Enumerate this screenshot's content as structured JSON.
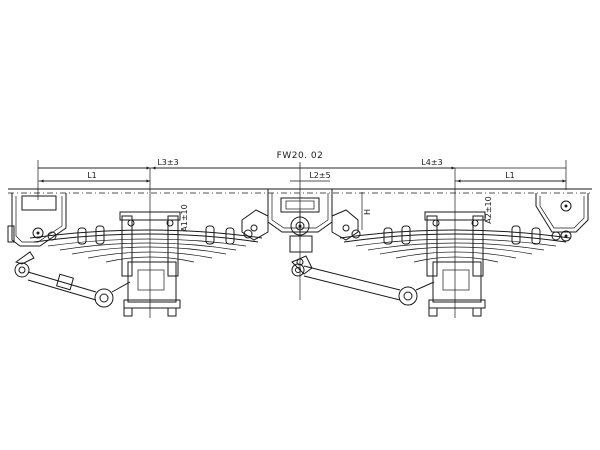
{
  "drawing": {
    "model_code": "FW20. 02",
    "dimensions": {
      "l1_left": "L1",
      "l3": "L3±3",
      "l2": "L2±5",
      "l4": "L4±3",
      "l1_right": "L1",
      "a1": "A1±10",
      "h": "H",
      "a2": "A2±10"
    }
  }
}
